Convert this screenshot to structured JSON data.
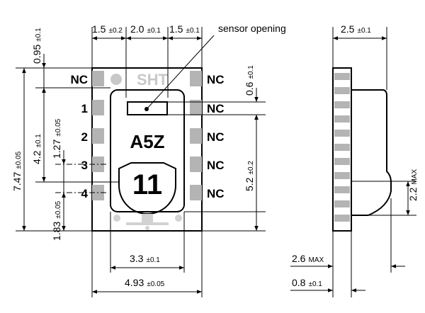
{
  "front_view": {
    "logo": "SHT",
    "marking_line1": "A5Z",
    "marking_line2": "11",
    "pins_left": [
      "NC",
      "1",
      "2",
      "3",
      "4"
    ],
    "pins_right": [
      "NC",
      "NC",
      "NC",
      "NC",
      "NC"
    ],
    "callout": "sensor opening"
  },
  "dimensions": {
    "top_1": {
      "value": "1.5",
      "tol": "±0.2"
    },
    "top_2": {
      "value": "2.0",
      "tol": "±0.1"
    },
    "top_3": {
      "value": "1.5",
      "tol": "±0.1"
    },
    "v_095": {
      "value": "0.95",
      "tol": "±0.1"
    },
    "v_747": {
      "value": "7.47",
      "tol": "±0.05"
    },
    "v_42": {
      "value": "4.2",
      "tol": "±0.1"
    },
    "v_127": {
      "value": "1.27",
      "tol": "±0.05"
    },
    "v_183": {
      "value": "1.83",
      "tol": "±0.05"
    },
    "v_06": {
      "value": "0.6",
      "tol": "±0.1"
    },
    "v_52": {
      "value": "5.2",
      "tol": "±0.2"
    },
    "h_33": {
      "value": "3.3",
      "tol": "±0.1"
    },
    "h_493": {
      "value": "4.93",
      "tol": "±0.05"
    }
  },
  "side_view": {
    "width": {
      "value": "2.5",
      "tol": "±0.1"
    },
    "height_max": {
      "value": "2.2",
      "tol": "MAX"
    },
    "total_max": {
      "value": "2.6",
      "tol": "MAX"
    },
    "pcb": {
      "value": "0.8",
      "tol": "±0.1"
    }
  },
  "colors": {
    "pad_gray": "#b4b4b4",
    "light_gray": "#d2d2d2",
    "outline": "#000000"
  }
}
